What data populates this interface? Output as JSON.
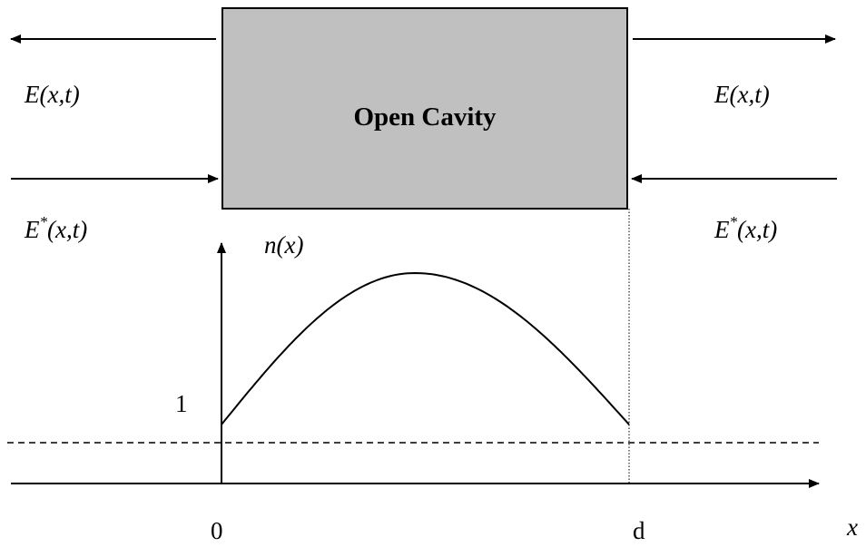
{
  "cavity": {
    "label": "Open Cavity",
    "fill": "#c0c0c0"
  },
  "fields": {
    "left_outgoing": "E(x,t)",
    "right_outgoing": "E(x,t)",
    "left_incoming_base": "E",
    "left_incoming_sup": "*",
    "left_incoming_args": "(x,t)",
    "right_incoming_base": "E",
    "right_incoming_sup": "*",
    "right_incoming_args": "(x,t)"
  },
  "plot": {
    "y_label": "n(x)",
    "x_label": "x",
    "tick_one": "1",
    "tick_zero": "0",
    "tick_d": "d"
  }
}
